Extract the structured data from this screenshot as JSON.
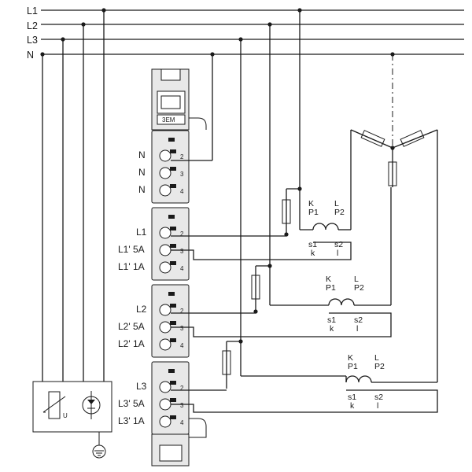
{
  "bus_labels": {
    "l1": "L1",
    "l2": "L2",
    "l3": "L3",
    "n": "N"
  },
  "module_label": "3EM",
  "terminal_labels": {
    "n_1": "N",
    "n_2": "N",
    "n_3": "N",
    "l1": "L1",
    "l1_5a": "L1' 5A",
    "l1_1a": "L1' 1A",
    "l2": "L2",
    "l2_5a": "L2' 5A",
    "l2_1a": "L2' 1A",
    "l3": "L3",
    "l3_5a": "L3' 5A",
    "l3_1a": "L3' 1A"
  },
  "terminal_numbers": {
    "t2": "2",
    "t3": "3",
    "t4": "4"
  },
  "ct_labels": {
    "k": "K",
    "l": "L",
    "p1": "P1",
    "p2": "P2",
    "s1": "s1",
    "s2": "s2",
    "k_small": "k",
    "l_small": "l"
  },
  "surge_label": "U"
}
